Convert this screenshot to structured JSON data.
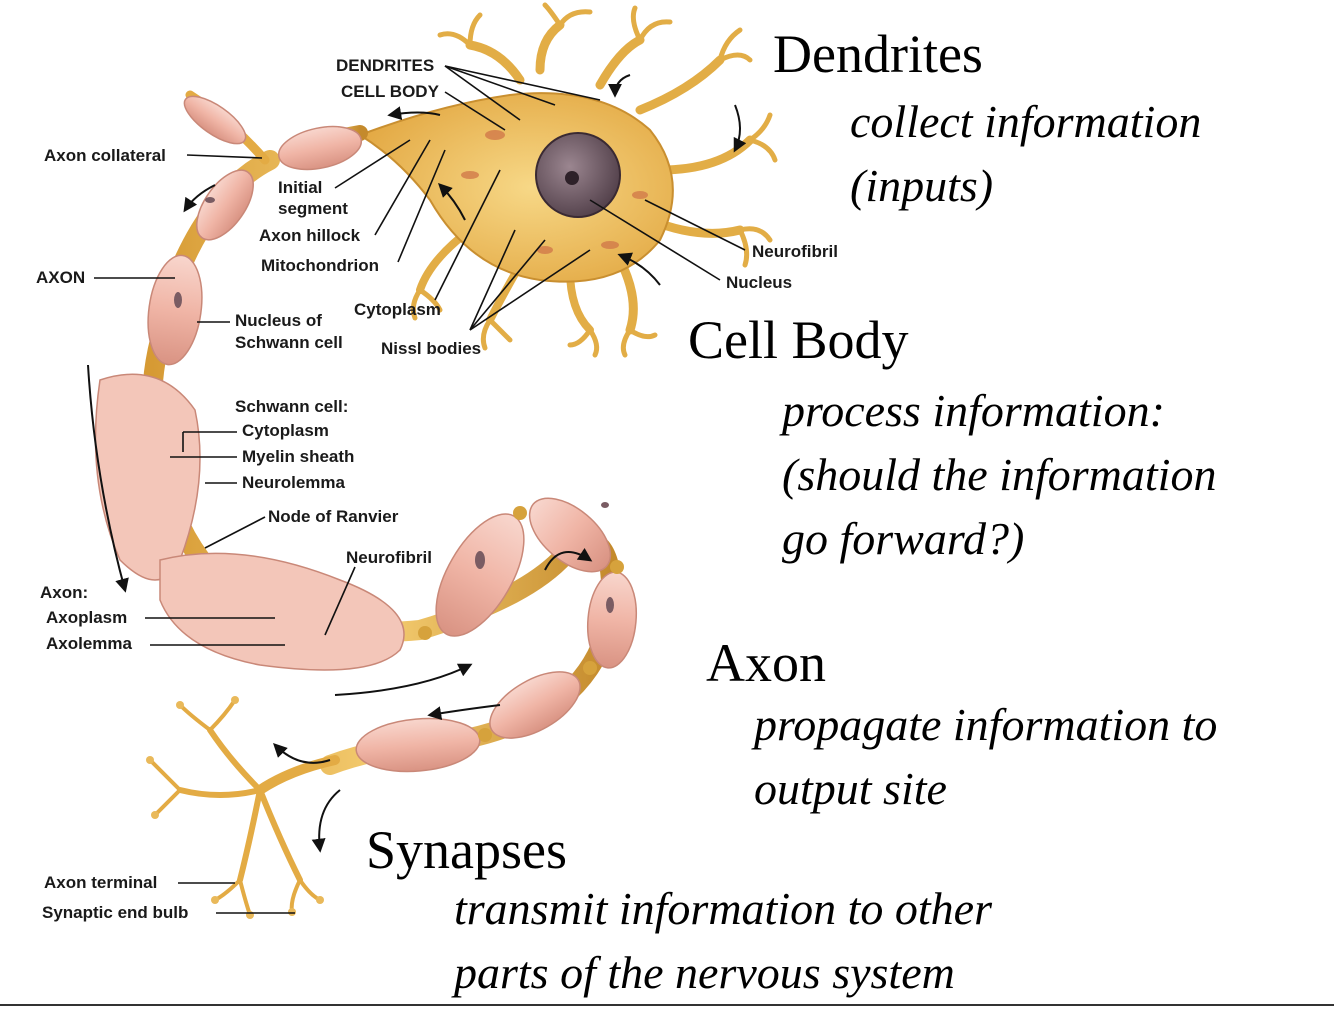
{
  "labels": {
    "dendrites": "DENDRITES",
    "cell_body": "CELL BODY",
    "axon_collateral": "Axon collateral",
    "initial_segment_1": "Initial",
    "initial_segment_2": "segment",
    "axon_hillock": "Axon hillock",
    "mitochondrion": "Mitochondrion",
    "axon": "AXON",
    "cytoplasm": "Cytoplasm",
    "nissl_bodies": "Nissl bodies",
    "nucleus_schwann_1": "Nucleus of",
    "nucleus_schwann_2": "Schwann cell",
    "neurofibril_top": "Neurofibril",
    "nucleus": "Nucleus",
    "schwann_cell": "Schwann cell:",
    "schwann_cytoplasm": "Cytoplasm",
    "myelin_sheath": "Myelin sheath",
    "neurolemma": "Neurolemma",
    "node_of_ranvier": "Node of Ranvier",
    "neurofibril_bottom": "Neurofibril",
    "axon_parts": "Axon:",
    "axoplasm": "Axoplasm",
    "axolemma": "Axolemma",
    "axon_terminal": "Axon terminal",
    "synaptic_end_bulb": "Synaptic end bulb"
  },
  "sections": [
    {
      "title": "Dendrites",
      "lines": [
        "collect information",
        "(inputs)"
      ]
    },
    {
      "title": "Cell Body",
      "lines": [
        "process information:",
        "(should the information",
        "go forward?)"
      ]
    },
    {
      "title": "Axon",
      "lines": [
        "propagate information to",
        "output site"
      ]
    },
    {
      "title": "Synapses",
      "lines": [
        "transmit information to other",
        "parts of the nervous system"
      ]
    }
  ],
  "colors": {
    "axon_fill": "#e7b24a",
    "axon_edge": "#b8842a",
    "myelin_fill": "#f2c0b4",
    "myelin_edge": "#c98878",
    "cell_body": "#eec058",
    "nucleus": "#6a5560",
    "leader": "#111111"
  }
}
